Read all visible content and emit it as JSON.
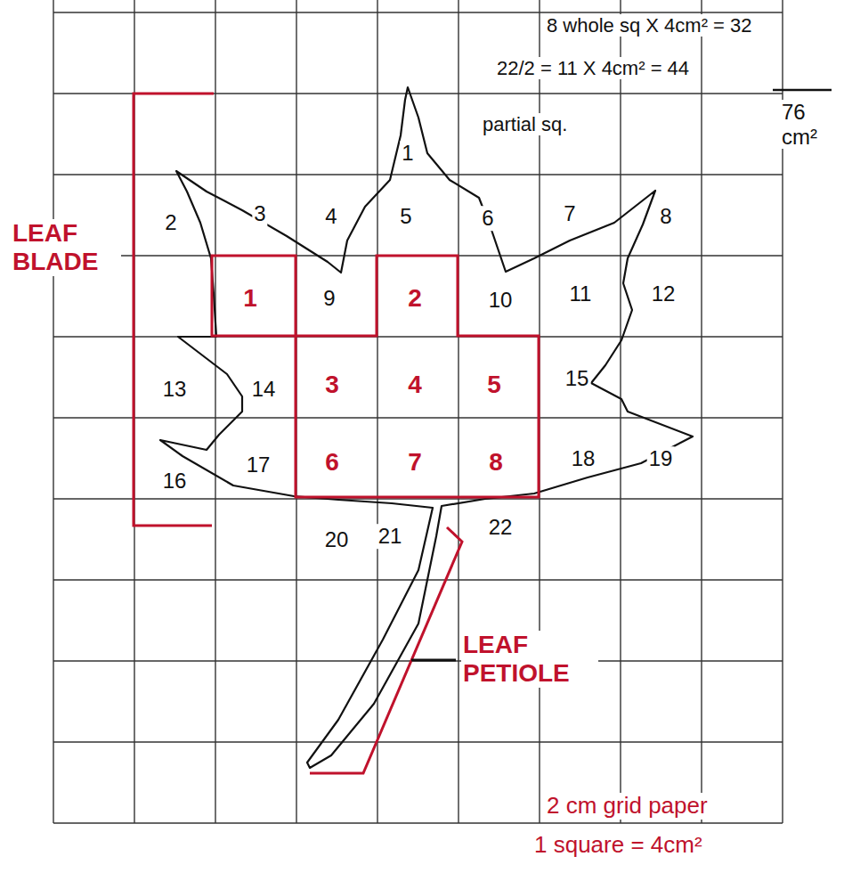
{
  "diagram": {
    "labels": [
      "8 whole sq X 4cm² = 32",
      "22/2 = 11 X 4cm² = 44",
      "partial sq.",
      "76 cm²",
      "LEAF BLADE",
      "1",
      "2",
      "3",
      "4",
      "5",
      "6",
      "7",
      "8",
      "9",
      "10",
      "11",
      "12",
      "13",
      "14",
      "15",
      "16",
      "17",
      "18",
      "19",
      "20",
      "21",
      "22",
      "1",
      "2",
      "3",
      "4",
      "5",
      "6",
      "7",
      "8",
      "LEAF PETIOLE",
      "2 cm grid paper",
      "1 square = 4cm²"
    ]
  }
}
